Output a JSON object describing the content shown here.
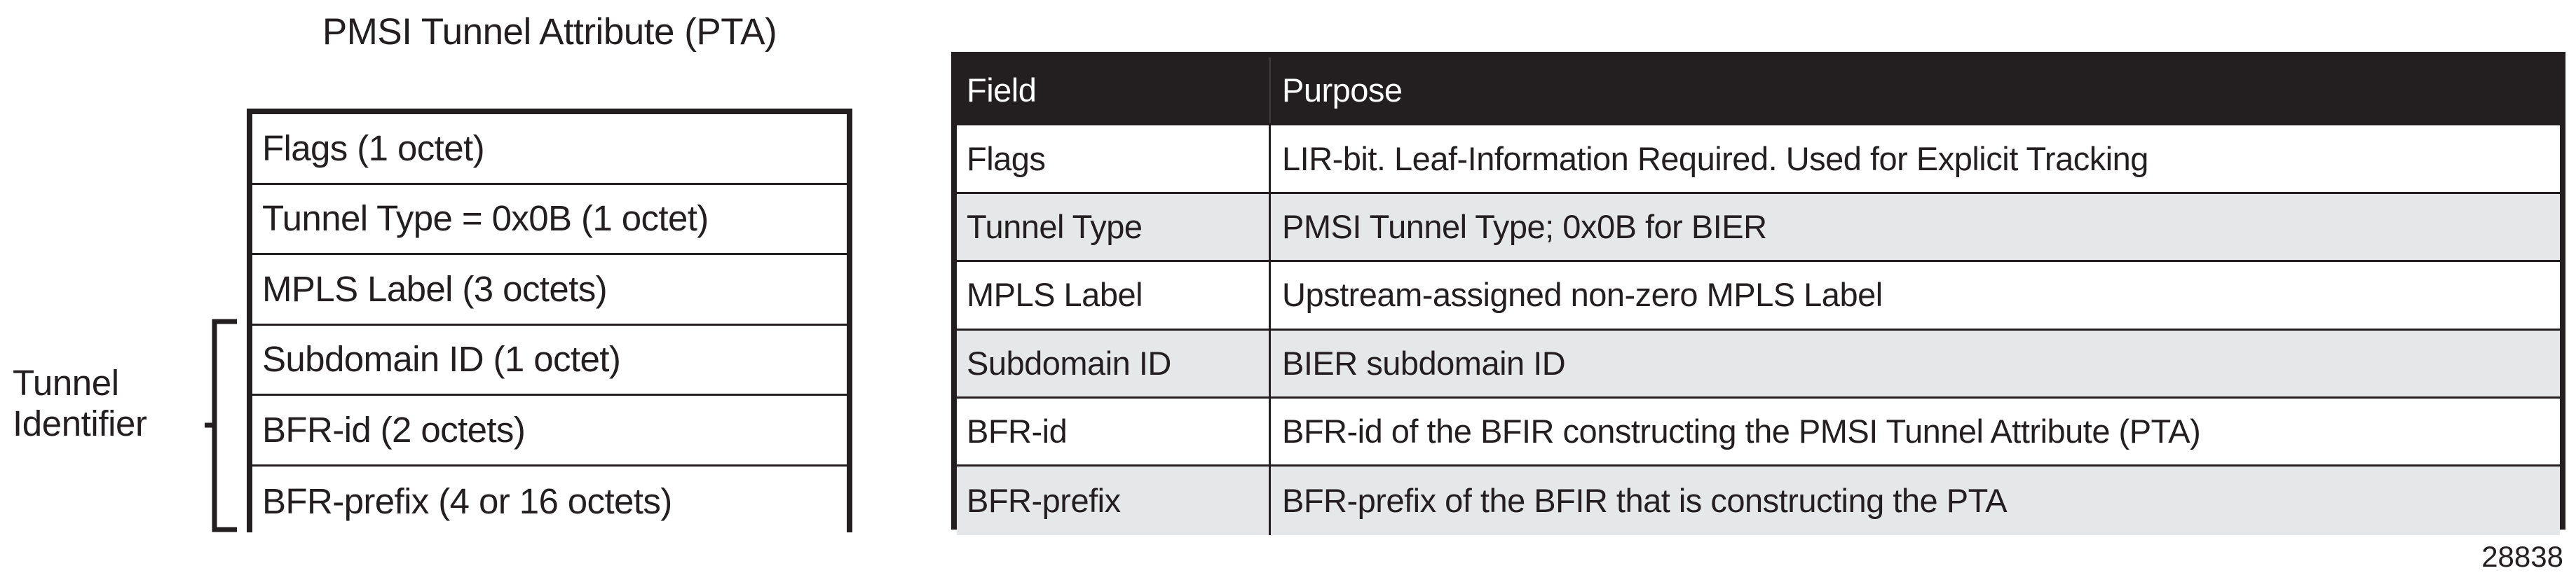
{
  "diagram": {
    "title": "PMSI Tunnel Attribute (PTA)",
    "group_label_line1": "Tunnel",
    "group_label_line2": "Identifier",
    "group_icon": "left-curly-brace-icon",
    "fields": [
      {
        "label": "Flags (1 octet)"
      },
      {
        "label": "Tunnel Type = 0x0B (1 octet)"
      },
      {
        "label": "MPLS Label (3 octets)"
      },
      {
        "label": "Subdomain ID (1 octet)"
      },
      {
        "label": "BFR-id (2 octets)"
      },
      {
        "label": "BFR-prefix (4 or 16 octets)"
      }
    ]
  },
  "table": {
    "headers": {
      "field": "Field",
      "purpose": "Purpose"
    },
    "rows": [
      {
        "field": "Flags",
        "purpose": "LIR-bit. Leaf-Information Required. Used for Explicit Tracking"
      },
      {
        "field": "Tunnel Type",
        "purpose": "PMSI Tunnel Type; 0x0B for BIER"
      },
      {
        "field": "MPLS Label",
        "purpose": "Upstream-assigned non-zero MPLS Label"
      },
      {
        "field": "Subdomain ID",
        "purpose": "BIER subdomain ID"
      },
      {
        "field": "BFR-id",
        "purpose": "BFR-id of the BFIR constructing the PMSI Tunnel Attribute (PTA)"
      },
      {
        "field": "BFR-prefix",
        "purpose": "BFR-prefix of the BFIR that is constructing the PTA"
      }
    ]
  },
  "figure_number": "28838",
  "colors": {
    "ink": "#231f20",
    "zebra": "#e6e7e8",
    "paper": "#ffffff"
  }
}
